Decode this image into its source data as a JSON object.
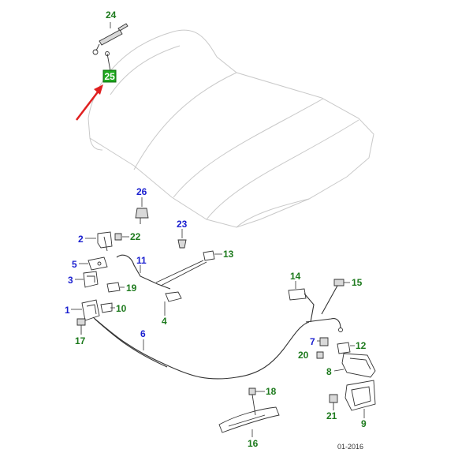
{
  "diagram": {
    "footer_code": "01-2016",
    "highlight_color": "#1faa1f",
    "arrow_color": "#e02020",
    "blue_color": "#1a1fd0",
    "green_color": "#1d7a1d",
    "labels": {
      "p1": "1",
      "p2": "2",
      "p3": "3",
      "p4": "4",
      "p5": "5",
      "p6": "6",
      "p7": "7",
      "p8": "8",
      "p9": "9",
      "p10": "10",
      "p11": "11",
      "p12": "12",
      "p13": "13",
      "p14": "14",
      "p15": "15",
      "p16": "16",
      "p17": "17",
      "p18": "18",
      "p19": "19",
      "p20": "20",
      "p21": "21",
      "p22": "22",
      "p23": "23",
      "p24": "24",
      "p25": "25",
      "p26": "26"
    }
  }
}
